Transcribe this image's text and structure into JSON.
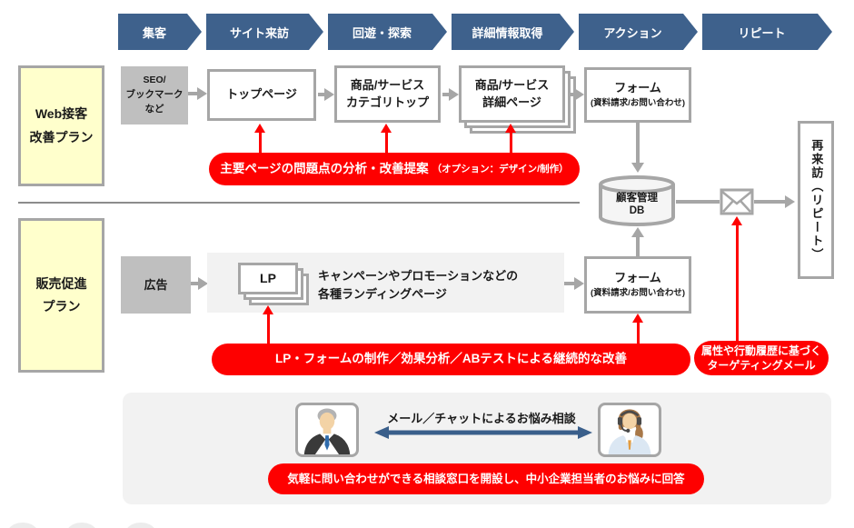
{
  "colors": {
    "accent_red": "#fe0000",
    "chevron_blue": "#3e618c",
    "arrow_blue": "#3a5f8b",
    "box_gray": "#bfbfbf",
    "panel_gray": "#f2f2f2",
    "plan_yellow": "#ffffcc",
    "border_gray": "#a6a6a6"
  },
  "funnel_stages": [
    "集客",
    "サイト来訪",
    "回遊・探索",
    "詳細情報取得",
    "アクション",
    "リピート"
  ],
  "plans": {
    "web_line1": "Web接客",
    "web_line2": "改善プラン",
    "sales_line1": "販売促進",
    "sales_line2": "プラン"
  },
  "web_row": {
    "seo_line1": "SEO/",
    "seo_line2": "ブックマーク",
    "seo_line3": "など",
    "top_page": "トップページ",
    "category_line1": "商品/サービス",
    "category_line2": "カテゴリトップ",
    "detail_line1": "商品/サービス",
    "detail_line2": "詳細ページ",
    "form_title": "フォーム",
    "form_subtitle": "(資料請求/お問い合わせ)",
    "banner_main": "主要ページの問題点の分析・改善提案",
    "banner_note": "（オプション：デザイン/制作）"
  },
  "sales_row": {
    "ad": "広告",
    "lp": "LP",
    "lp_desc_line1": "キャンペーンやプロモーションなどの",
    "lp_desc_line2": "各種ランディングページ",
    "form_title": "フォーム",
    "form_subtitle": "(資料請求/お問い合わせ)",
    "banner": "LP・フォームの制作／効果分析／ABテストによる継続的な改善",
    "targeting_line1": "属性や行動履歴に基づく",
    "targeting_line2": "ターゲティングメール"
  },
  "hub": {
    "db_line1": "顧客管理",
    "db_line2": "DB",
    "revisit": "再来訪（リピート）"
  },
  "support": {
    "label": "メール／チャットによるお悩み相談",
    "banner": "気軽に問い合わせができる相談窓口を開設し、中小企業担当者のお悩みに回答"
  },
  "icons": {
    "database": "database-cylinder-icon",
    "mail": "mail-envelope-icon",
    "businessman": "businessman-icon",
    "operator": "support-operator-icon"
  }
}
